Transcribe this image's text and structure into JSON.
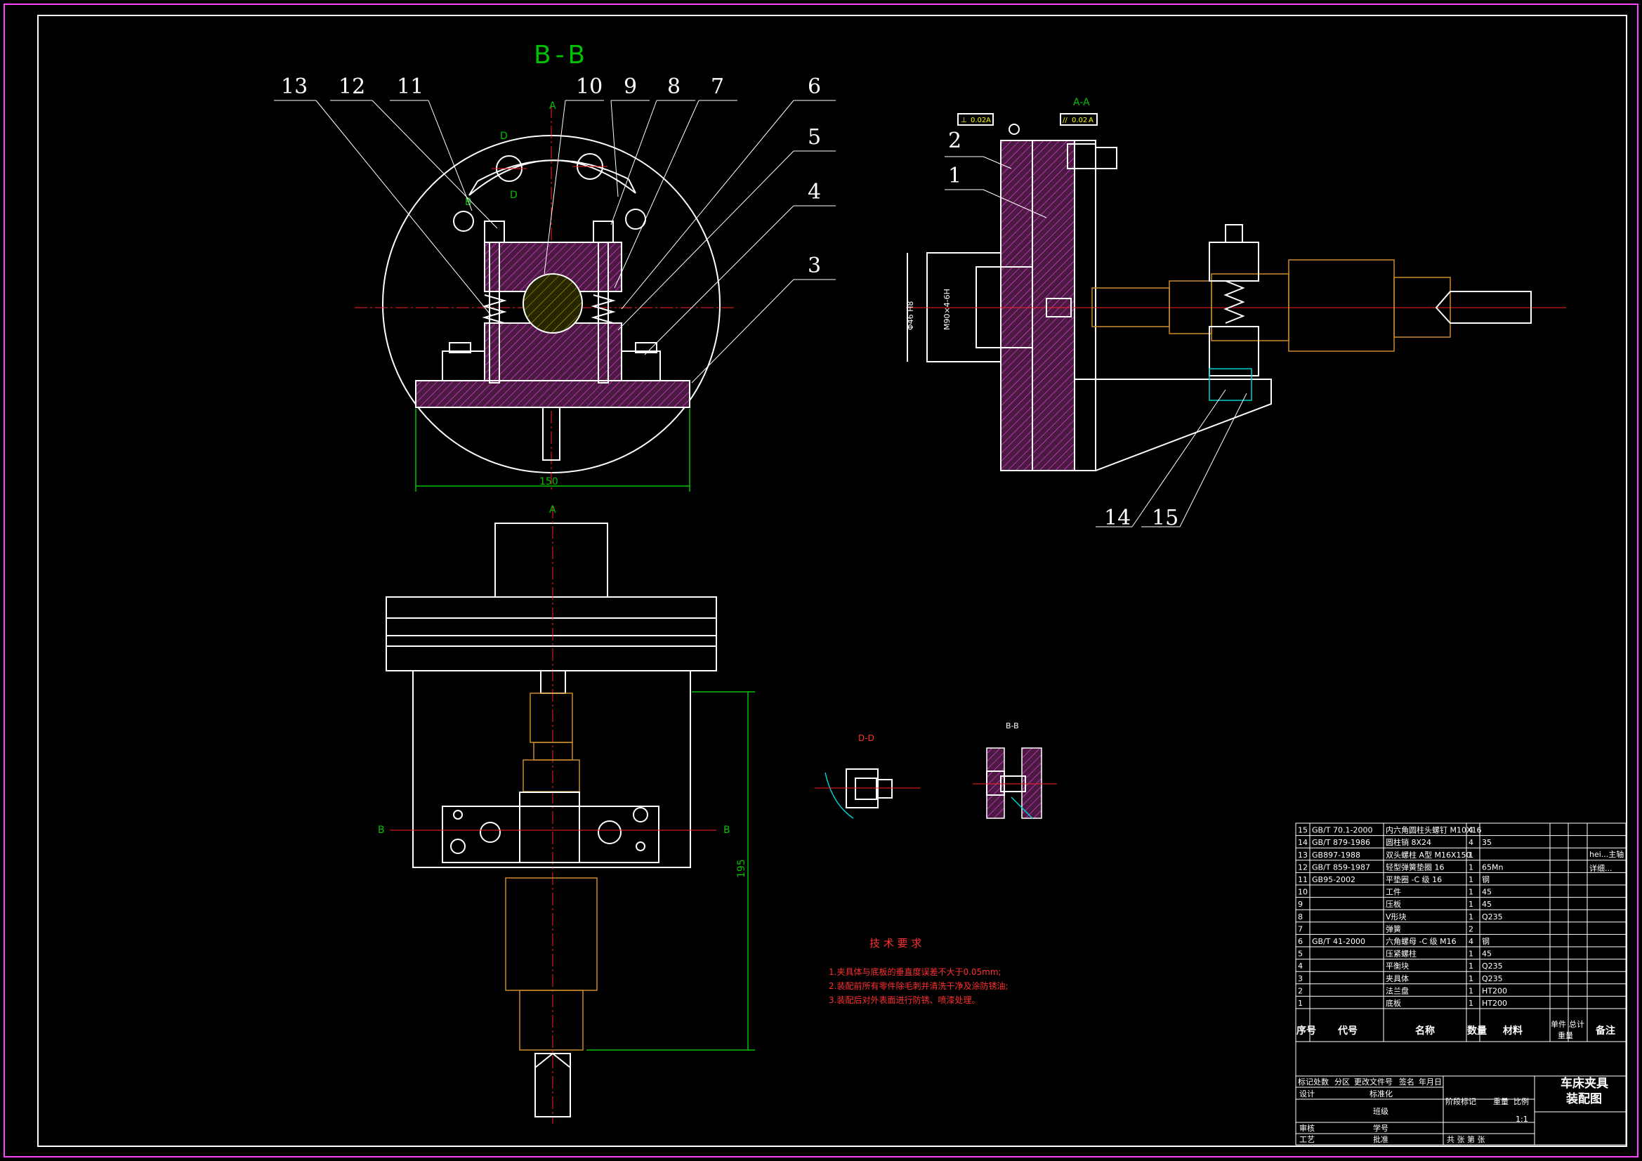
{
  "section_titles": {
    "bb_main": "B-B",
    "aa": "A-A",
    "dd": "D-D",
    "bb_small": "B-B"
  },
  "part_labels": [
    "13",
    "12",
    "11",
    "10",
    "9",
    "8",
    "7",
    "6",
    "5",
    "4",
    "3",
    "2",
    "1",
    "14",
    "15"
  ],
  "dimensions": {
    "width_150": "150",
    "height_195": "195",
    "bore_dia": "Φ46 H8",
    "thread": "M90×4-6H"
  },
  "section_markers": {
    "a": "A",
    "b": "B",
    "d": "D"
  },
  "tolerance_frames": [
    {
      "symbol": "⊥",
      "value": "0.02",
      "datum": "A"
    },
    {
      "symbol": "//",
      "value": "0.02",
      "datum": "A"
    }
  ],
  "tech_requirements": {
    "title": "技  术  要  求",
    "items": [
      "1.夹具体与底板的垂直度误差不大于0.05mm;",
      "2.装配前所有零件除毛刺并清洗干净及涂防锈油;",
      "3.装配后对外表面进行防锈、喷漆处理。"
    ]
  },
  "bom": {
    "rows": [
      {
        "no": "15",
        "code": "GB/T 70.1-2000",
        "name": "内六角圆柱头螺钉  M10X16",
        "qty": "4",
        "material": "",
        "note": ""
      },
      {
        "no": "14",
        "code": "GB/T 879-1986",
        "name": "圆柱销  8X24",
        "qty": "4",
        "material": "35",
        "note": ""
      },
      {
        "no": "13",
        "code": "GB897-1988",
        "name": "双头螺柱  A型 M16X150",
        "qty": "1",
        "material": "",
        "note": ""
      },
      {
        "no": "12",
        "code": "GB/T 859-1987",
        "name": "轻型弹簧垫圈  16",
        "qty": "1",
        "material": "65Mn",
        "note": ""
      },
      {
        "no": "11",
        "code": "GB95-2002",
        "name": "平垫圈 -C 级  16",
        "qty": "1",
        "material": "钢",
        "note": ""
      },
      {
        "no": "10",
        "code": "",
        "name": "工件",
        "qty": "1",
        "material": "45",
        "note": ""
      },
      {
        "no": "9",
        "code": "",
        "name": "压板",
        "qty": "1",
        "material": "45",
        "note": ""
      },
      {
        "no": "8",
        "code": "",
        "name": "V形块",
        "qty": "1",
        "material": "Q235",
        "note": ""
      },
      {
        "no": "7",
        "code": "",
        "name": "弹簧",
        "qty": "2",
        "material": "",
        "note": ""
      },
      {
        "no": "6",
        "code": "GB/T 41-2000",
        "name": "六角螺母 -C 级  M16",
        "qty": "4",
        "material": "钢",
        "note": ""
      },
      {
        "no": "5",
        "code": "",
        "name": "压紧螺柱",
        "qty": "1",
        "material": "45",
        "note": ""
      },
      {
        "no": "4",
        "code": "",
        "name": "平衡块",
        "qty": "1",
        "material": "Q235",
        "note": ""
      },
      {
        "no": "3",
        "code": "",
        "name": "夹具体",
        "qty": "1",
        "material": "Q235",
        "note": ""
      },
      {
        "no": "2",
        "code": "",
        "name": "法兰盘",
        "qty": "1",
        "material": "HT200",
        "note": ""
      },
      {
        "no": "1",
        "code": "",
        "name": "底板",
        "qty": "1",
        "material": "HT200",
        "note": ""
      }
    ],
    "header": {
      "no": "序号",
      "code": "代号",
      "name": "名称",
      "qty": "数量",
      "material": "材料",
      "unit_weight": "单件",
      "total_weight": "总计",
      "weight": "重量",
      "note": "备注"
    },
    "side_note_1": "hei...主轴",
    "side_note_2": "详细..."
  },
  "title_block": {
    "drawing_title_1": "车床夹具",
    "drawing_title_2": "装配图",
    "row_labels": [
      "标记",
      "处数",
      "分区",
      "更改文件号",
      "签名",
      "年月日"
    ],
    "design": "设计",
    "standardize": "标准化",
    "review": "审核",
    "process": "工艺",
    "class_label": "班级",
    "student_no": "学号",
    "approve": "批准",
    "stage_labels": [
      "阶段标记",
      "重量",
      "比例"
    ],
    "scale": "1:1",
    "sheets": "共    张  第    张"
  }
}
